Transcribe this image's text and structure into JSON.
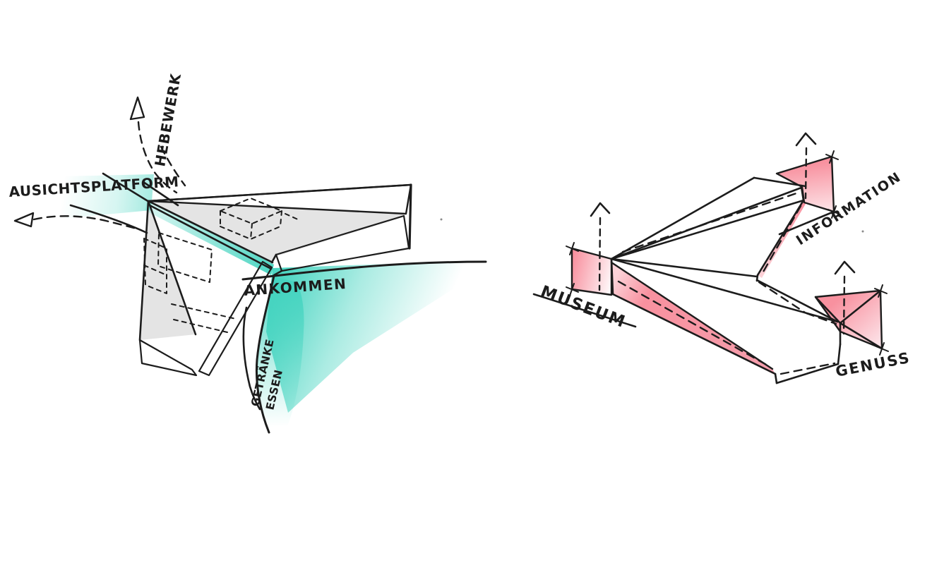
{
  "page": {
    "background": "#ffffff"
  },
  "colors": {
    "ink": "#1c1c1c",
    "teal": "#45d4c0",
    "teal_light": "#d7f3ee",
    "pink": "#f8919f",
    "pink_light": "#fcd2d8",
    "gray_fill": "#e4e4e4"
  },
  "left_sketch": {
    "labels": {
      "ausichtsplatform": "AUSICHTSPLATFORM",
      "hebewerk": "HEBEWERK",
      "ankommen": "ANKOMMEN",
      "getraenke": "GETRÄNKE",
      "essen": "ESSEN"
    }
  },
  "right_sketch": {
    "labels": {
      "museum": "MUSEUM",
      "information": "INFORMATION",
      "genuss": "GENUSS"
    }
  }
}
